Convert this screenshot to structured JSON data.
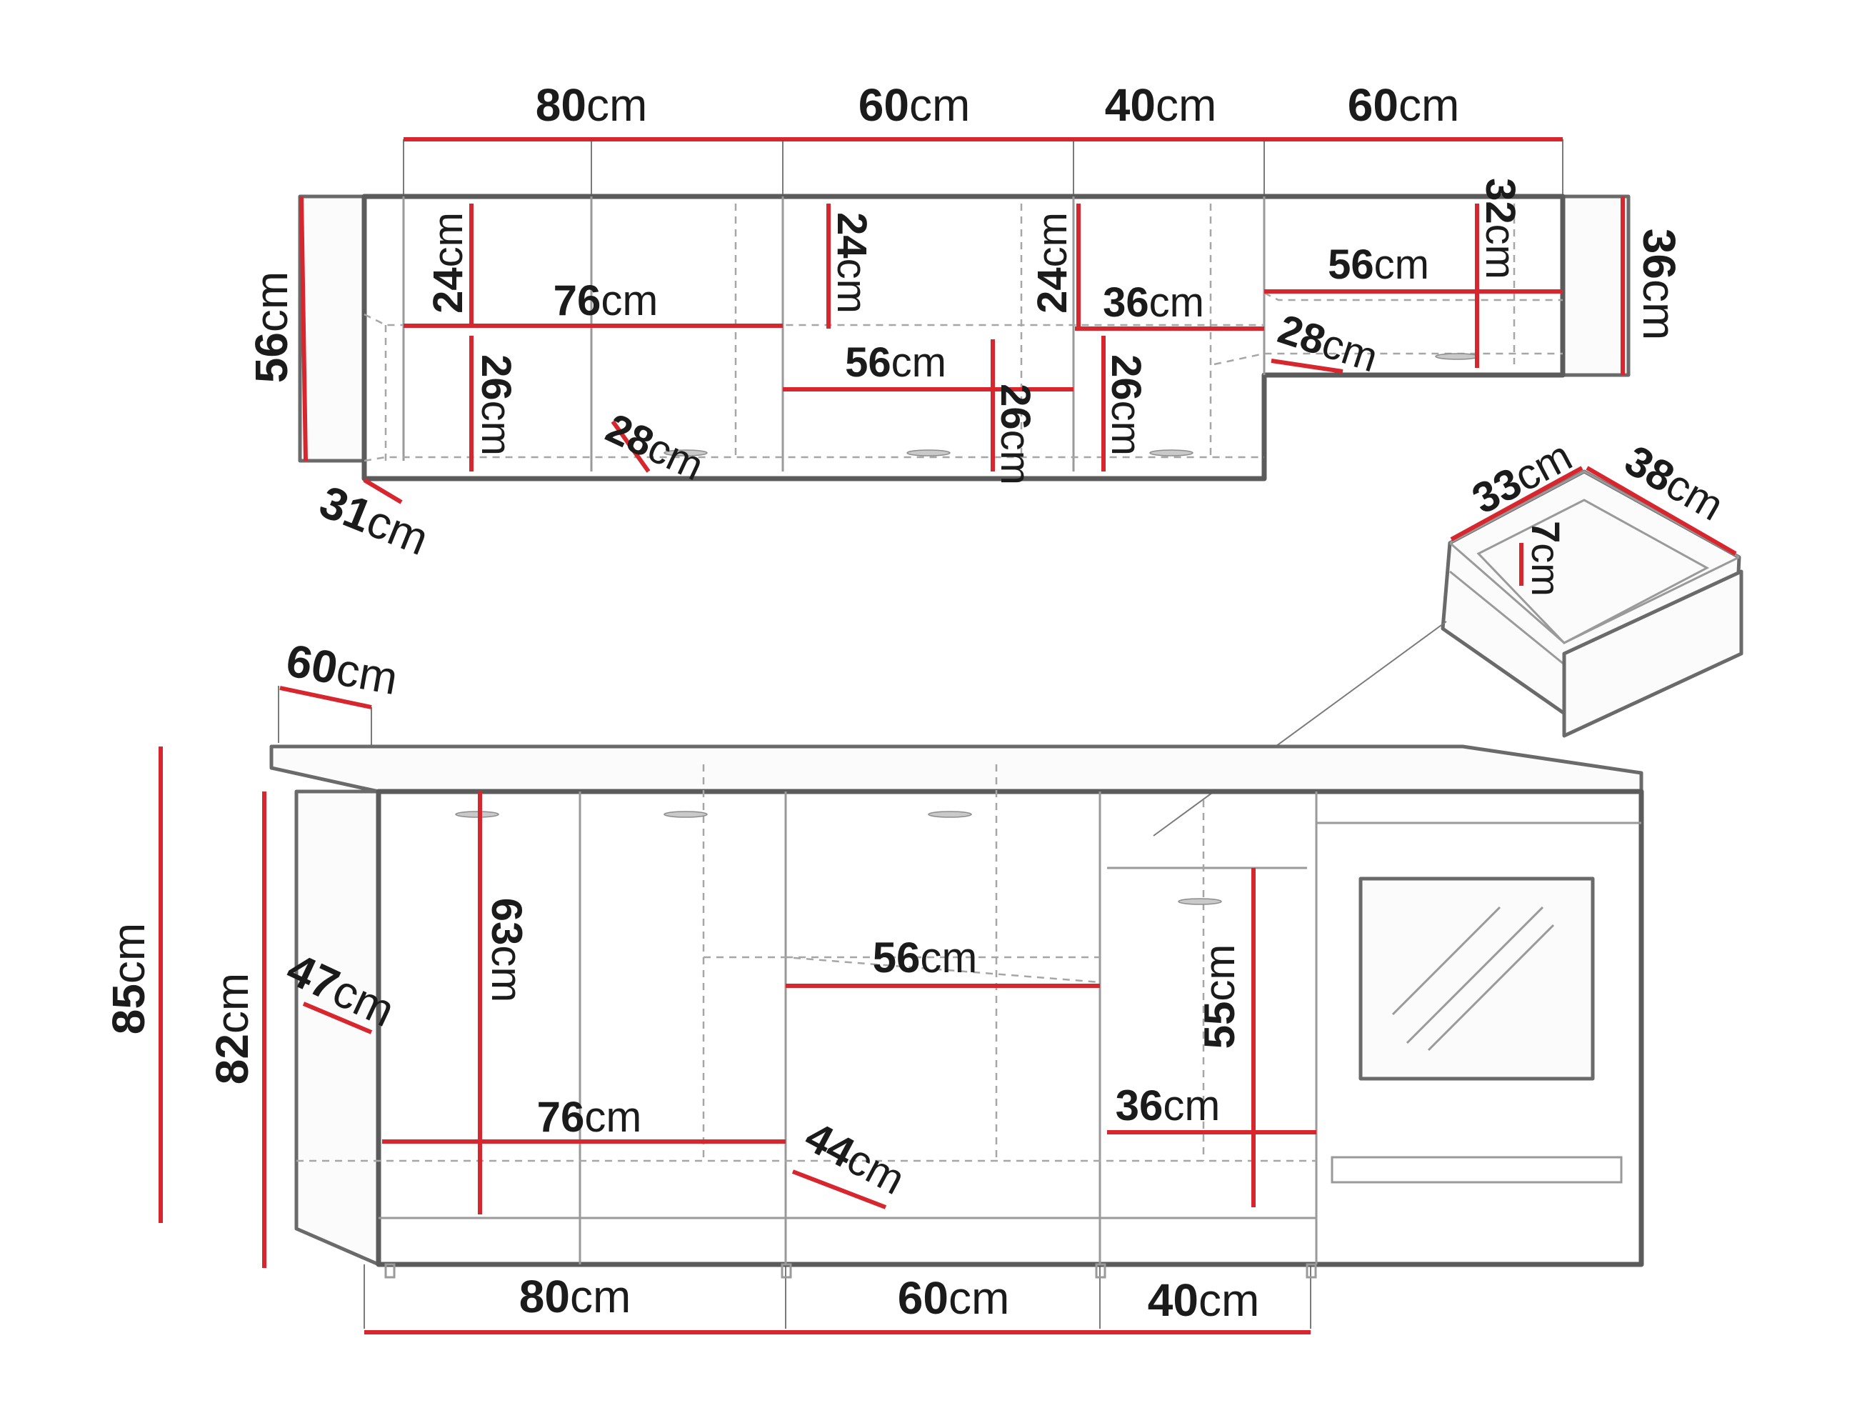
{
  "diagram": {
    "wall_width_labels": [
      "80",
      "60",
      "40",
      "60"
    ],
    "wall_height_left": "56",
    "wall_height_right": "36",
    "wall_depth": "31",
    "wall_inner_labels": [
      "24",
      "76",
      "26",
      "28",
      "24",
      "26",
      "56",
      "24",
      "36",
      "26",
      "56",
      "32",
      "28"
    ],
    "drawer_labels": [
      "33",
      "38",
      "7"
    ],
    "base_depth": "60",
    "base_total_height": "85",
    "base_body_height": "82",
    "base_side_depth": "47",
    "base_inner_labels": [
      "63",
      "76",
      "56",
      "44",
      "55",
      "36"
    ],
    "base_width_labels": [
      "80",
      "60",
      "40"
    ],
    "unit": "cm",
    "colors": {
      "dimension": "#d7262e",
      "outline": "#5b5b5b",
      "text": "#1b1b1b"
    }
  }
}
